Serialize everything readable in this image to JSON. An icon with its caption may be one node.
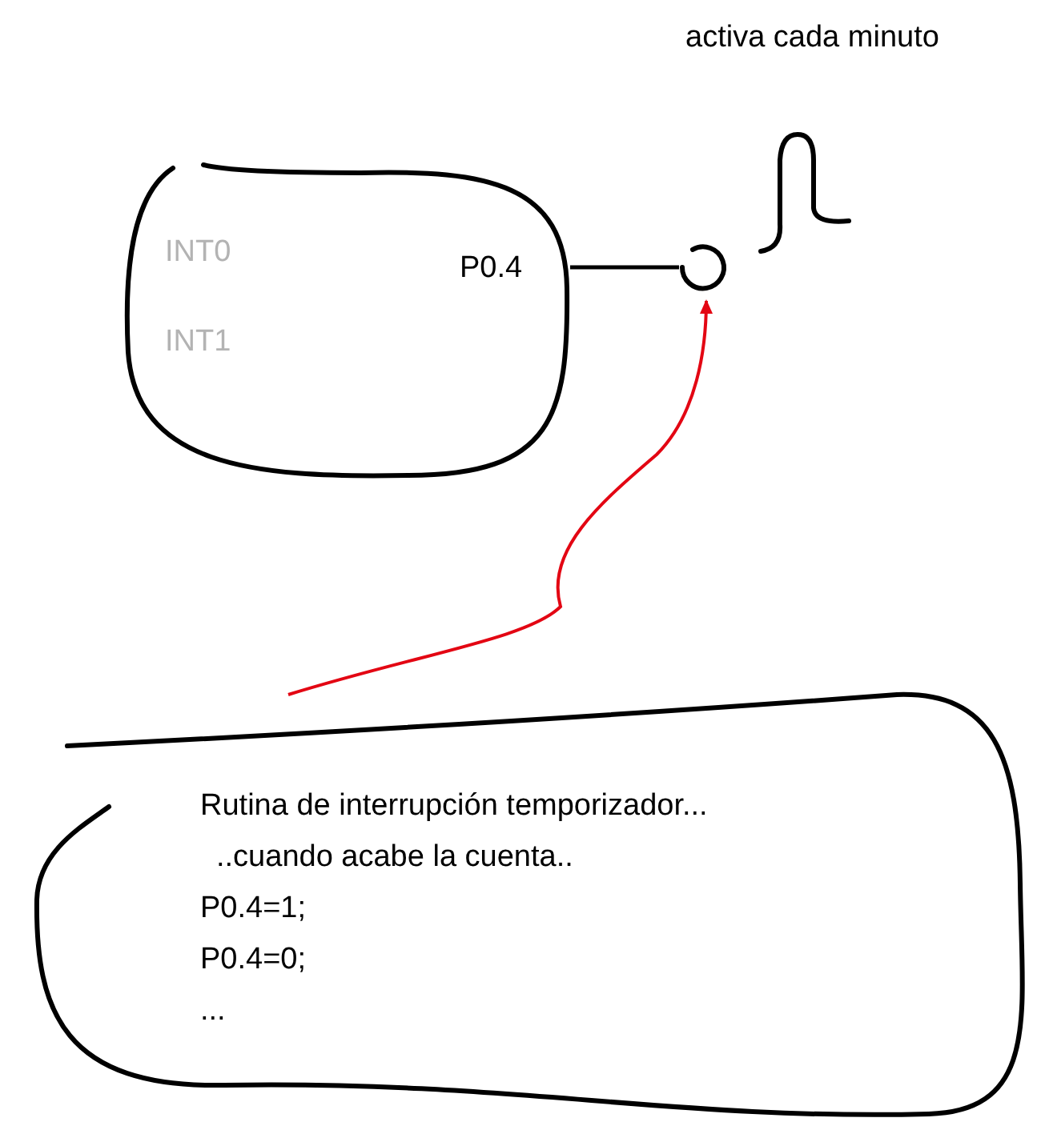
{
  "diagram": {
    "nodes": [
      {
        "text": [
          "INT0",
          "INT1",
          "P0.4"
        ]
      },
      {
        "text": [],
        "shape": "circle"
      },
      {
        "text": [
          "Rutina de interrupción temporizador...",
          "..cuando acabe la cuenta..",
          "P0.4=1;",
          "P0.4=0;",
          "..."
        ]
      }
    ],
    "edges": [
      {
        "from": 0,
        "to": 1,
        "arrow": "none"
      },
      {
        "from": 2,
        "to": 1,
        "arrow": "to",
        "color": "#e30613"
      }
    ],
    "labels": [
      "activa cada minuto"
    ]
  }
}
